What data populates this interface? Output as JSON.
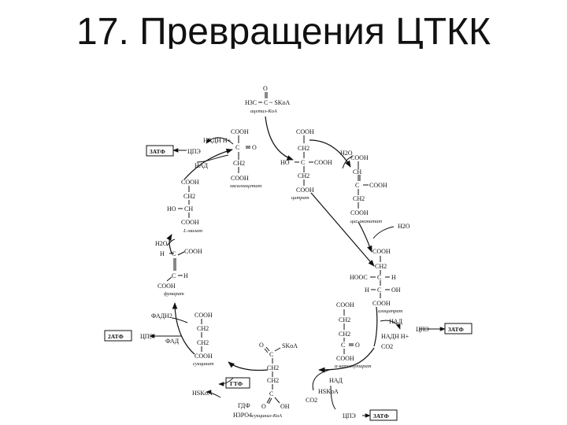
{
  "title": "17. Превращения ЦТКК",
  "colors": {
    "ink": "#111111",
    "background": "#ffffff"
  },
  "diagram": {
    "acetyl": {
      "o": "O",
      "h3c": "H3C",
      "c": "C",
      "skoa": "~ SKoA",
      "name": "ацетил-КоА"
    },
    "oxaloacetate": {
      "l1": "COOH",
      "l2": "C",
      "l2r": "O",
      "l3": "CH2",
      "l4": "COOH",
      "name": "оксалоацетат"
    },
    "citrate": {
      "l1": "COOH",
      "l2": "CH2",
      "ho": "HO",
      "c": "C",
      "cooh": "COOH",
      "l4": "CH2",
      "l5": "COOH",
      "name": "цитрат"
    },
    "cisaconitate": {
      "l1": "COOH",
      "l2": "CH",
      "c": "C",
      "cooh": "COOH",
      "l4": "CH2",
      "l5": "COOH",
      "name": "цис-аконитат"
    },
    "isocitrate": {
      "l1": "COOH",
      "l2": "CH2",
      "hooc": "HOOC",
      "c": "C",
      "h": "H",
      "h2": "H",
      "c2": "C",
      "oh": "OH",
      "l5": "COOH",
      "name": "изоцитрат"
    },
    "ketoglutarate": {
      "l1": "COOH",
      "l2": "CH2",
      "l3": "CH2",
      "c": "C",
      "o": "O",
      "l5": "COOH",
      "name": "α-кетоглутарат"
    },
    "succinylcoa": {
      "o": "O",
      "c": "C",
      "skoa": "SKoA",
      "l3": "CH2",
      "l4": "CH2",
      "c2": "C",
      "o2": "O",
      "oh": "OH",
      "name": "сукцинил-КоА"
    },
    "succinate": {
      "l1": "COOH",
      "l2": "CH2",
      "l3": "CH2",
      "l4": "COOH",
      "name": "сукцинат"
    },
    "fumarate": {
      "h": "H",
      "c": "C",
      "cooh": "COOH",
      "hooc": "COOH",
      "c2": "C",
      "h2": "H",
      "name": "фумарат"
    },
    "malate": {
      "l1": "COOH",
      "l2": "CH2",
      "ho": "HO",
      "c": "CH",
      "l4": "COOH",
      "name": "L-малат"
    },
    "cofactors": {
      "nadh_top": "НАДН Н+",
      "nad_top": "НАД",
      "cpe_top": "ЦПЭ",
      "atp_top": "3АТФ",
      "h2o_1": "H2O",
      "h2o_2": "H2O",
      "h2o_3": "H2O",
      "nad_right": "НАД",
      "nadh_right": "НАДН Н+",
      "co2_1": "CO2",
      "cpe_right": "ЦПЭ",
      "atp_right": "3АТФ",
      "nad_bottom": "НАД",
      "hskoa_1": "HSKoA",
      "co2_2": "CO2",
      "cpe_bottom": "ЦПЭ",
      "atp_bottom": "3АТФ",
      "gtf": "ГТФ",
      "gdf": "ГДФ",
      "h3po4": "H3PO4",
      "hskoa_2": "HSKoA",
      "fadh": "ФАДН2",
      "fad": "ФАД",
      "cpe_left": "ЦПЭ",
      "atp_left": "2АТФ"
    }
  }
}
